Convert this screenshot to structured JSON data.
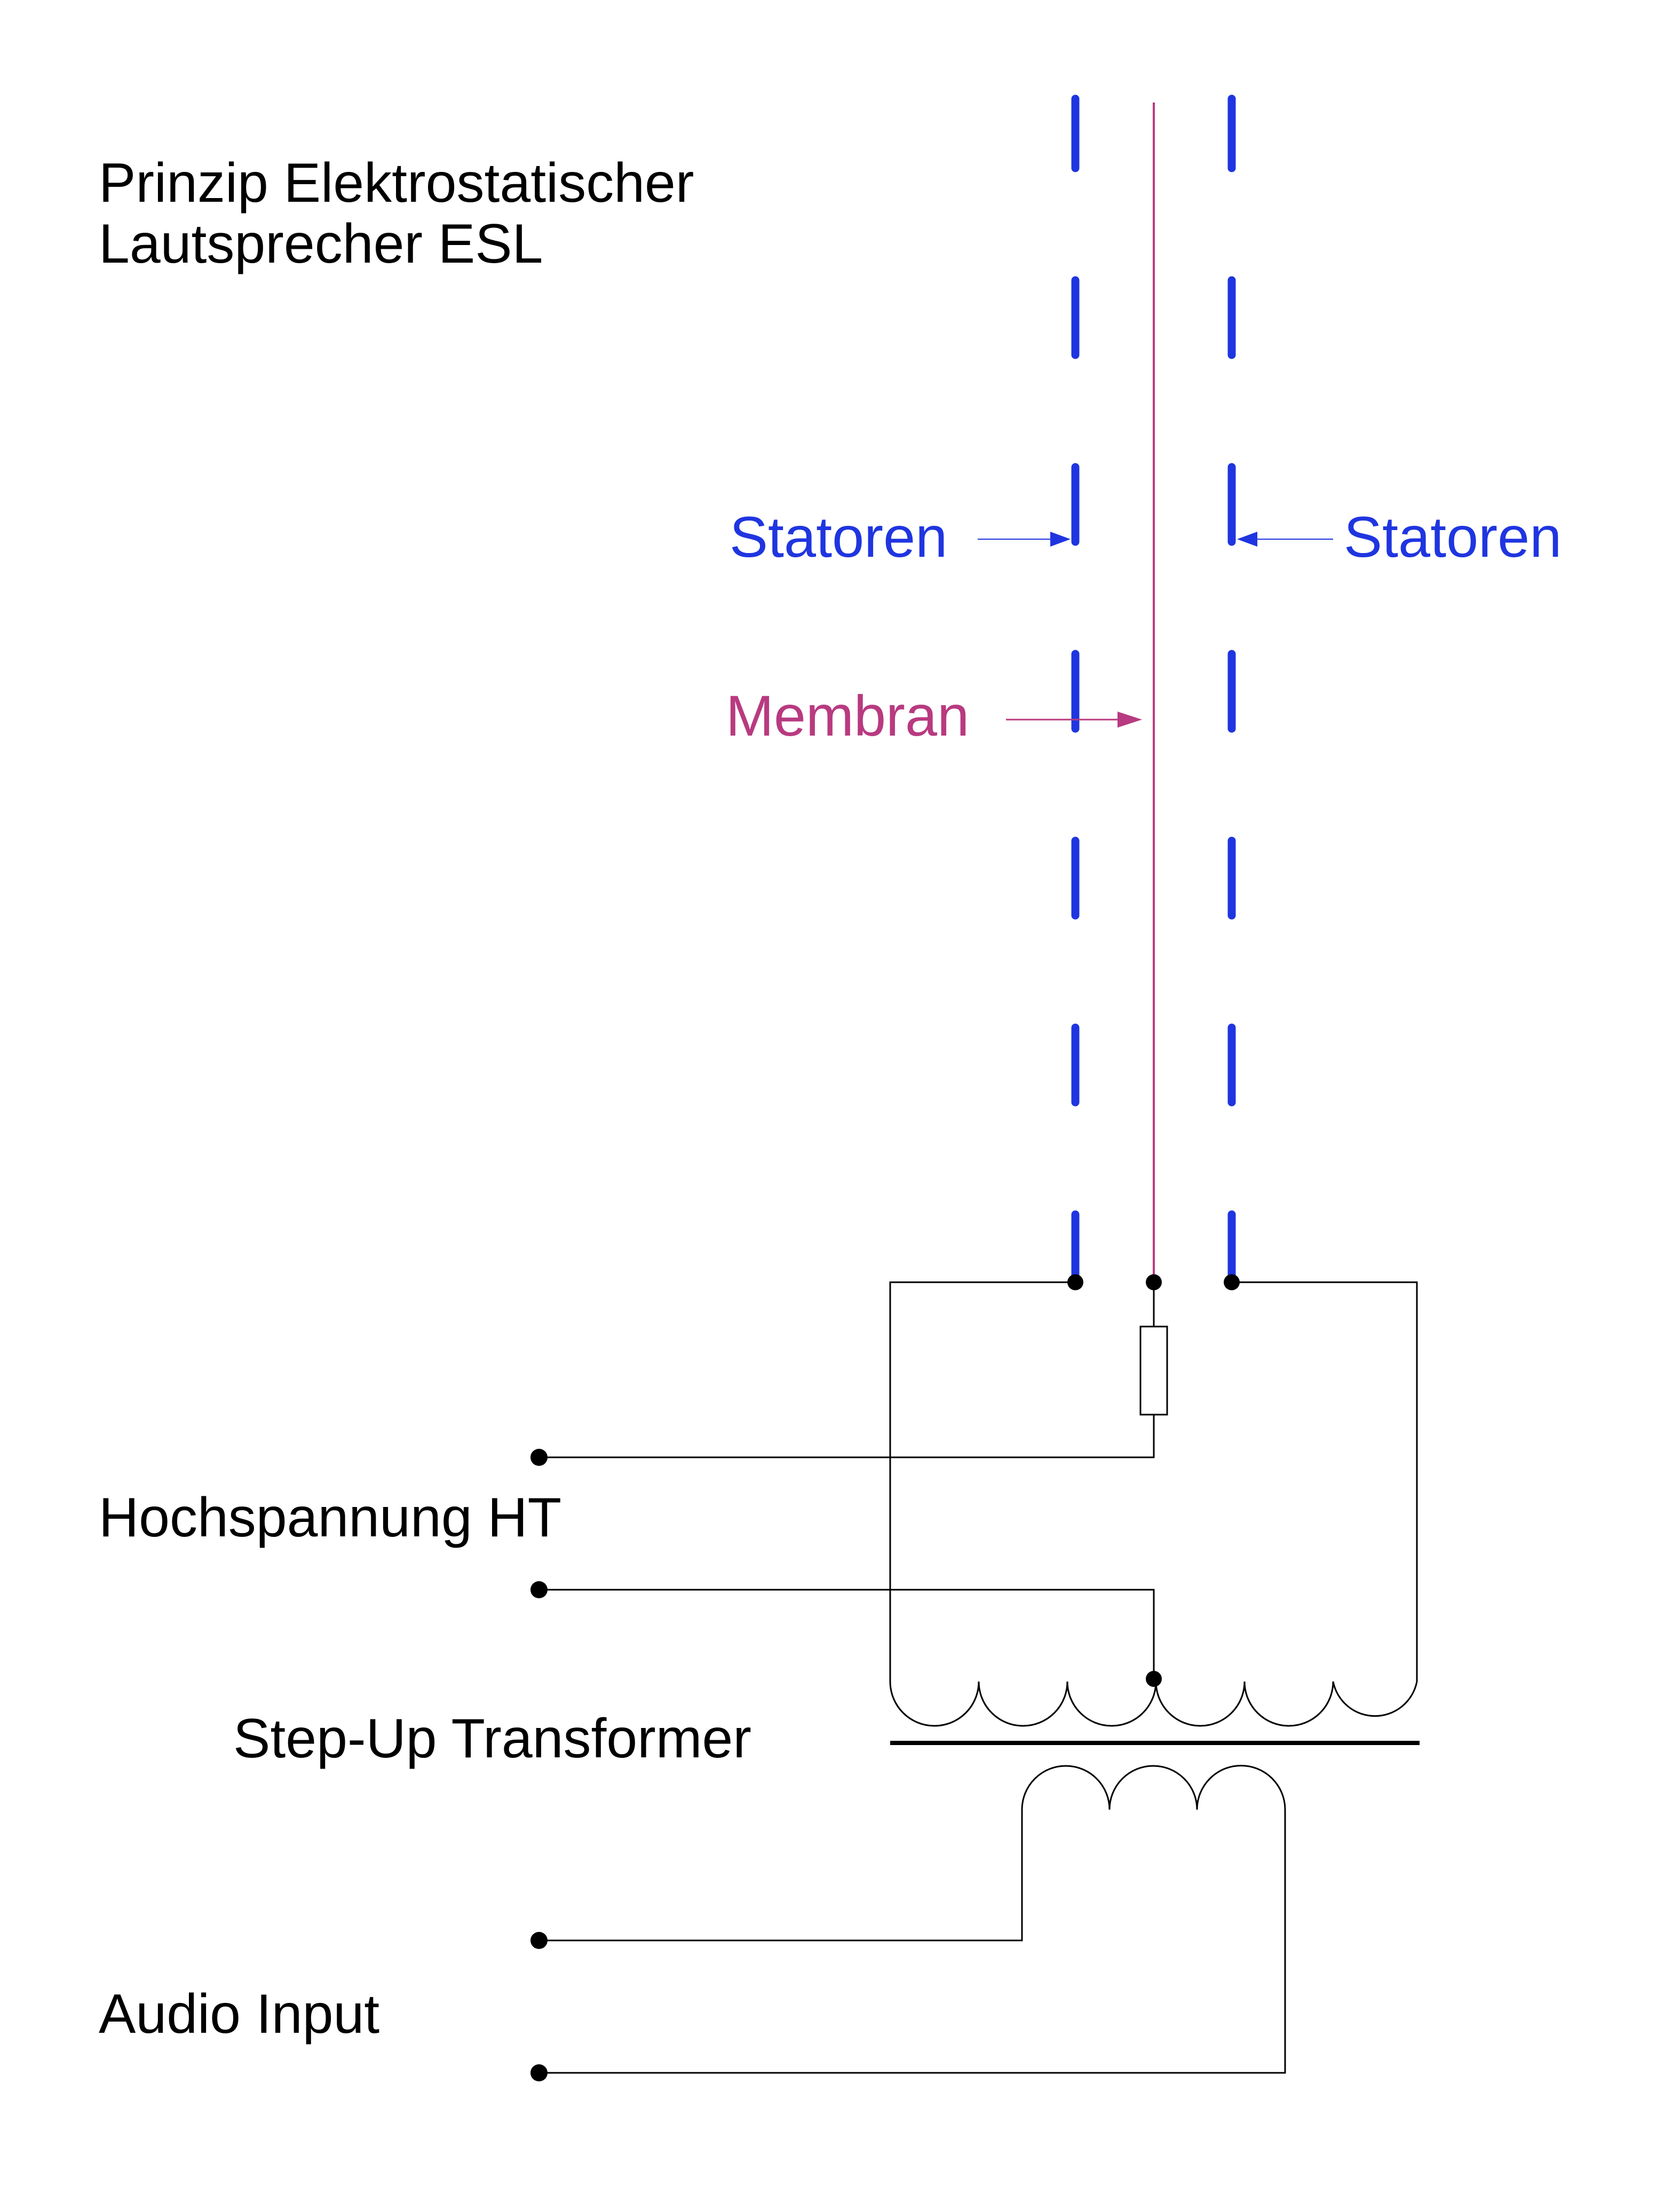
{
  "title": {
    "line1": "Prinzip Elektrostatischer",
    "line2": "Lautsprecher ESL"
  },
  "labels": {
    "stator_left": "Statoren",
    "stator_right": "Statoren",
    "membrane": "Membran",
    "high_voltage": "Hochspannung HT",
    "transformer": "Step-Up Transformer",
    "audio_input": "Audio Input"
  },
  "colors": {
    "stator": "#1f35e0",
    "membrane": "#b83a80",
    "wire": "#000000"
  }
}
